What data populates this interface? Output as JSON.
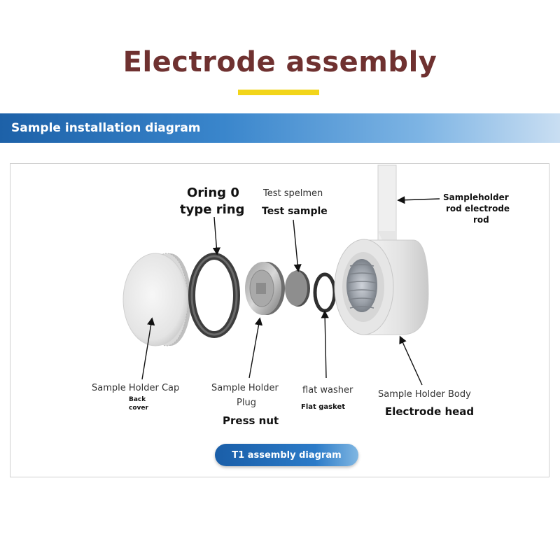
{
  "title": "Electrode assembly",
  "banner": "Sample installation diagram",
  "labels": {
    "oring": "Oring 0",
    "oring_2": "type ring",
    "test_specimen": "Test spelmen",
    "test_sample": "Test sample",
    "rod_1": "Sampleholder",
    "rod_2": "rod electrode",
    "rod_3": "rod",
    "cap": "Sample Holder Cap",
    "back_cover_1": "Back",
    "back_cover_2": "cover",
    "plug_1": "Sample Holder",
    "plug_2": "Plug",
    "press_nut": "Press nut",
    "flat_washer": "flat washer",
    "flat_gasket": "Flat gasket",
    "body": "Sample Holder Body",
    "electrode_head": "Electrode head"
  },
  "button": "T1 assembly diagram",
  "colors": {
    "title": "#6f3130",
    "accent_underline": "#f2d51a",
    "banner": "#1d61a8"
  }
}
